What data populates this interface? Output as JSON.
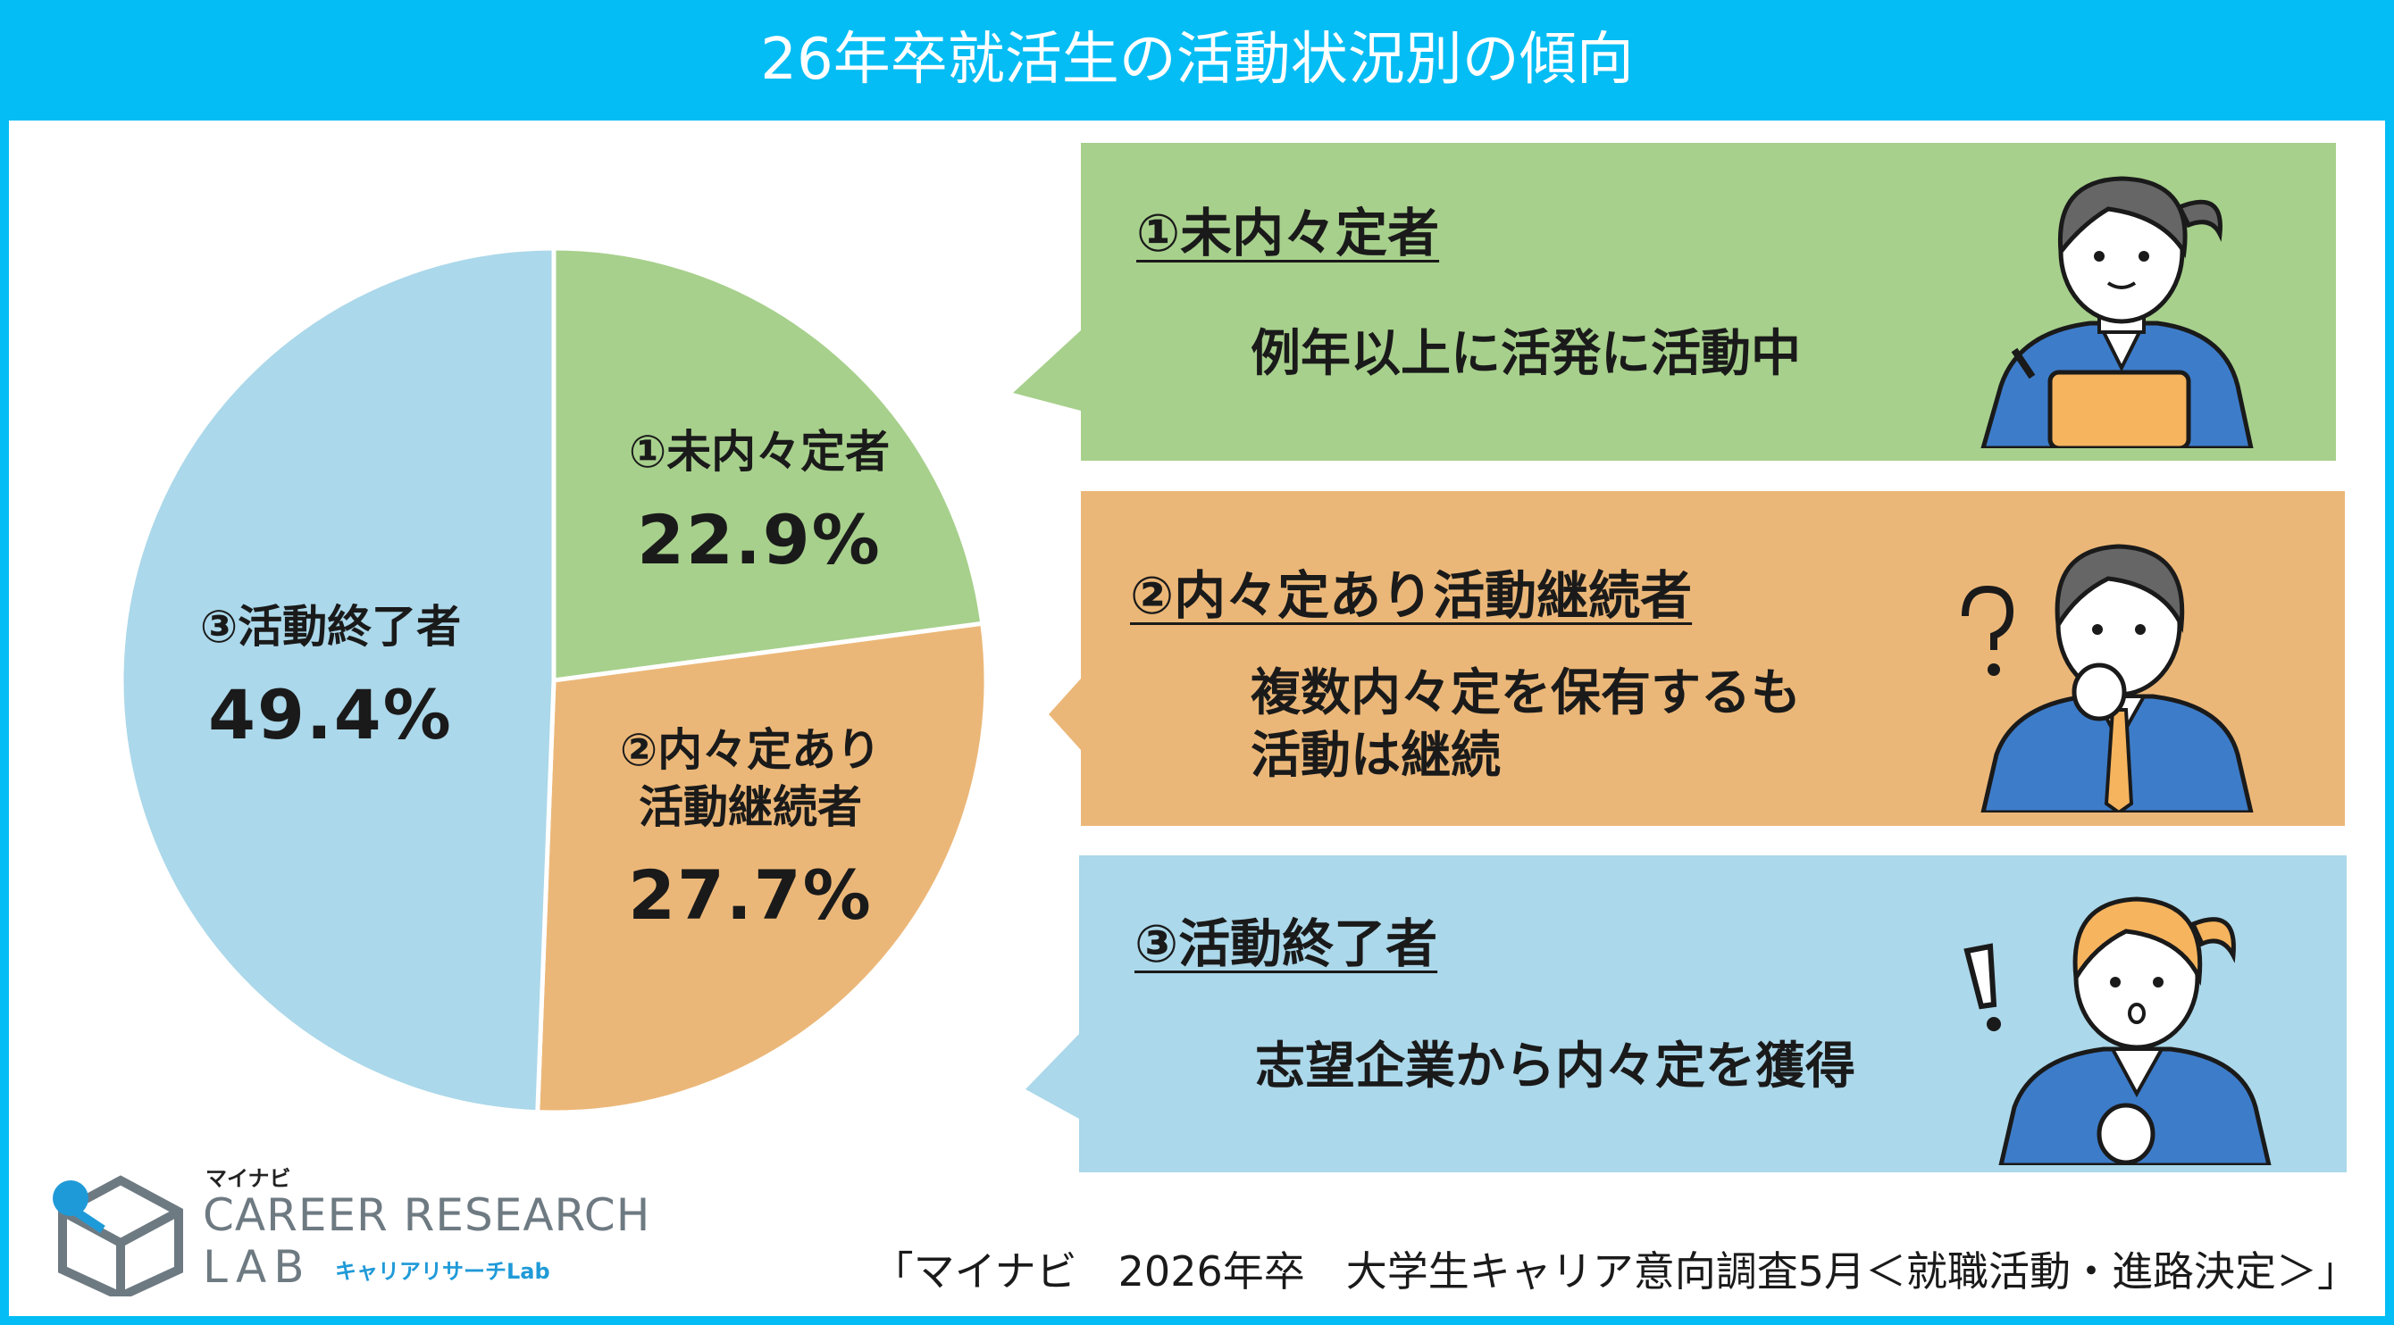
{
  "title": "26年卒就活生の活動状況別の傾向",
  "colors": {
    "header": "#04bdf4",
    "green": "#a7d08c",
    "orange": "#ebb778",
    "blue": "#abd8ea"
  },
  "chart_data": {
    "type": "pie",
    "title": "26年卒就活生の活動状況別の傾向",
    "slices": [
      {
        "label": "①未内々定者",
        "label_lines": [
          "①未内々定者"
        ],
        "value": 22.9,
        "display": "22.9%",
        "color": "#a7d08c"
      },
      {
        "label": "②内々定あり活動継続者",
        "label_lines": [
          "②内々定あり",
          "活動継続者"
        ],
        "value": 27.7,
        "display": "27.7%",
        "color": "#ebb778"
      },
      {
        "label": "③活動終了者",
        "label_lines": [
          "③活動終了者"
        ],
        "value": 49.4,
        "display": "49.4%",
        "color": "#abd8ea"
      }
    ]
  },
  "callouts": [
    {
      "heading": "①未内々定者",
      "lines": [
        "例年以上に活発に活動中"
      ],
      "color": "#a7d08c",
      "icon": "person-with-tablet-icon"
    },
    {
      "heading": "②内々定あり活動継続者",
      "lines": [
        "複数内々定を保有するも",
        "活動は継続"
      ],
      "color": "#ebb778",
      "icon": "person-thinking-question-icon"
    },
    {
      "heading": "③活動終了者",
      "lines": [
        "志望企業から内々定を獲得"
      ],
      "color": "#abd8ea",
      "icon": "person-surprised-exclamation-icon"
    }
  ],
  "logo": {
    "small": "マイナビ",
    "main": "CAREER RESEARCH",
    "lab": "LAB",
    "jp": "キャリアリサーチLab"
  },
  "source": "「マイナビ　2026年卒　大学生キャリア意向調査5月＜就職活動・進路決定＞」"
}
